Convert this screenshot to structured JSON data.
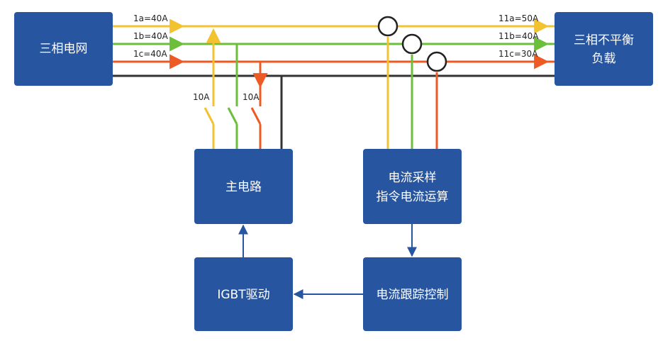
{
  "colors": {
    "box_fill": "#2855a0",
    "phase_a": "#f2c230",
    "phase_b": "#6cbf3a",
    "phase_c": "#ee5a24",
    "neutral": "#333333",
    "control_arrow": "#2855a0"
  },
  "boxes": {
    "grid": [
      "三相电网"
    ],
    "load": [
      "三相不平衡",
      "负载"
    ],
    "main_circuit": [
      "主电路"
    ],
    "sampling": [
      "电流采样",
      "指令电流运算"
    ],
    "igbt_drive": [
      "IGBT驱动"
    ],
    "tracking_control": [
      "电流跟踪控制"
    ]
  },
  "line_labels": {
    "source_a": "1a=40A",
    "source_b": "1b=40A",
    "source_c": "1c=40A",
    "load_a": "11a=50A",
    "load_b": "11b=40A",
    "load_c": "11c=30A",
    "inject_a": "10A",
    "inject_c": "10A"
  }
}
